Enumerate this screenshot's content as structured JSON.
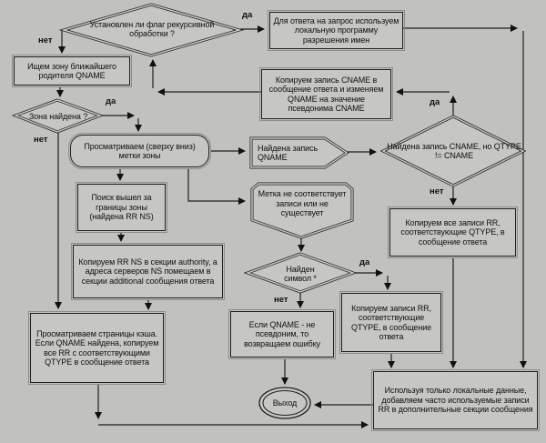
{
  "diagram": {
    "type": "flowchart",
    "language": "ru",
    "topic": "DNS name server query processing algorithm"
  },
  "colors": {
    "bg": "#c1c1bf",
    "box": "#c6c6c4",
    "line": "#1f1f1f",
    "text": "#101010"
  },
  "labels": {
    "yes": "да",
    "no": "нет"
  },
  "nodes": {
    "recursion_check": {
      "label": "Установлен ли флаг рекурсивной обработки ?",
      "shape": "diamond"
    },
    "use_local_resolver": {
      "label": "Для ответа на запрос используем локальную программу разрешения имен",
      "shape": "rect"
    },
    "find_parent_zone": {
      "label": "Ищем зону ближайшего родителя QNAME",
      "shape": "rect"
    },
    "zone_found": {
      "label": "Зона найдена ?",
      "shape": "diamond"
    },
    "scan_zone_labels": {
      "label": "Просматриваем (сверху вниз) метки зоны",
      "shape": "rounded-rect"
    },
    "qname_record_found": {
      "label": "Найдена запись QNAME",
      "shape": "pointed-right"
    },
    "cname_not_qtype": {
      "label": "Найдена запись CNAME, но QTYPE != CNAME",
      "shape": "diamond"
    },
    "copy_cname_record": {
      "label": "Копируем запись CNAME в сообщение ответа и изменяем QNAME на значение псевдонима CNAME",
      "shape": "rect"
    },
    "search_out_of_zone": {
      "label": "Поиск вышел за границы зоны (найдена RR NS)",
      "shape": "rect"
    },
    "label_not_match": {
      "label": "Метка не соответствует записи или не существует",
      "shape": "banner"
    },
    "copy_ns_records": {
      "label": "Копируем RR NS в секции authority, а адреса серверов NS помещаем в секции additional сообщения ответа",
      "shape": "rect"
    },
    "scan_cache": {
      "label": "Просматриваем страницы кэша. Если QNAME найдена, копируем все RR с соответствующими QTYPE в сообщение ответа",
      "shape": "rect"
    },
    "copy_all_rr": {
      "label": "Копируем все записи RR, соответствующие QTYPE, в сообщение ответа",
      "shape": "rect"
    },
    "wildcard_found": {
      "label": "Найден символ *",
      "shape": "diamond"
    },
    "copy_rr": {
      "label": "Копируем записи RR, соответствующие QTYPE, в сообщение ответа",
      "shape": "rect"
    },
    "qname_not_alias_error": {
      "label": "Если QNAME - не псевдоним, то возвращаем ошибку",
      "shape": "rect"
    },
    "exit": {
      "label": "Выход",
      "shape": "oval"
    },
    "use_local_data": {
      "label": "Используя только локальные данные, добавляем часто используемые записи RR в дополнительные секции сообщения",
      "shape": "rect"
    }
  }
}
